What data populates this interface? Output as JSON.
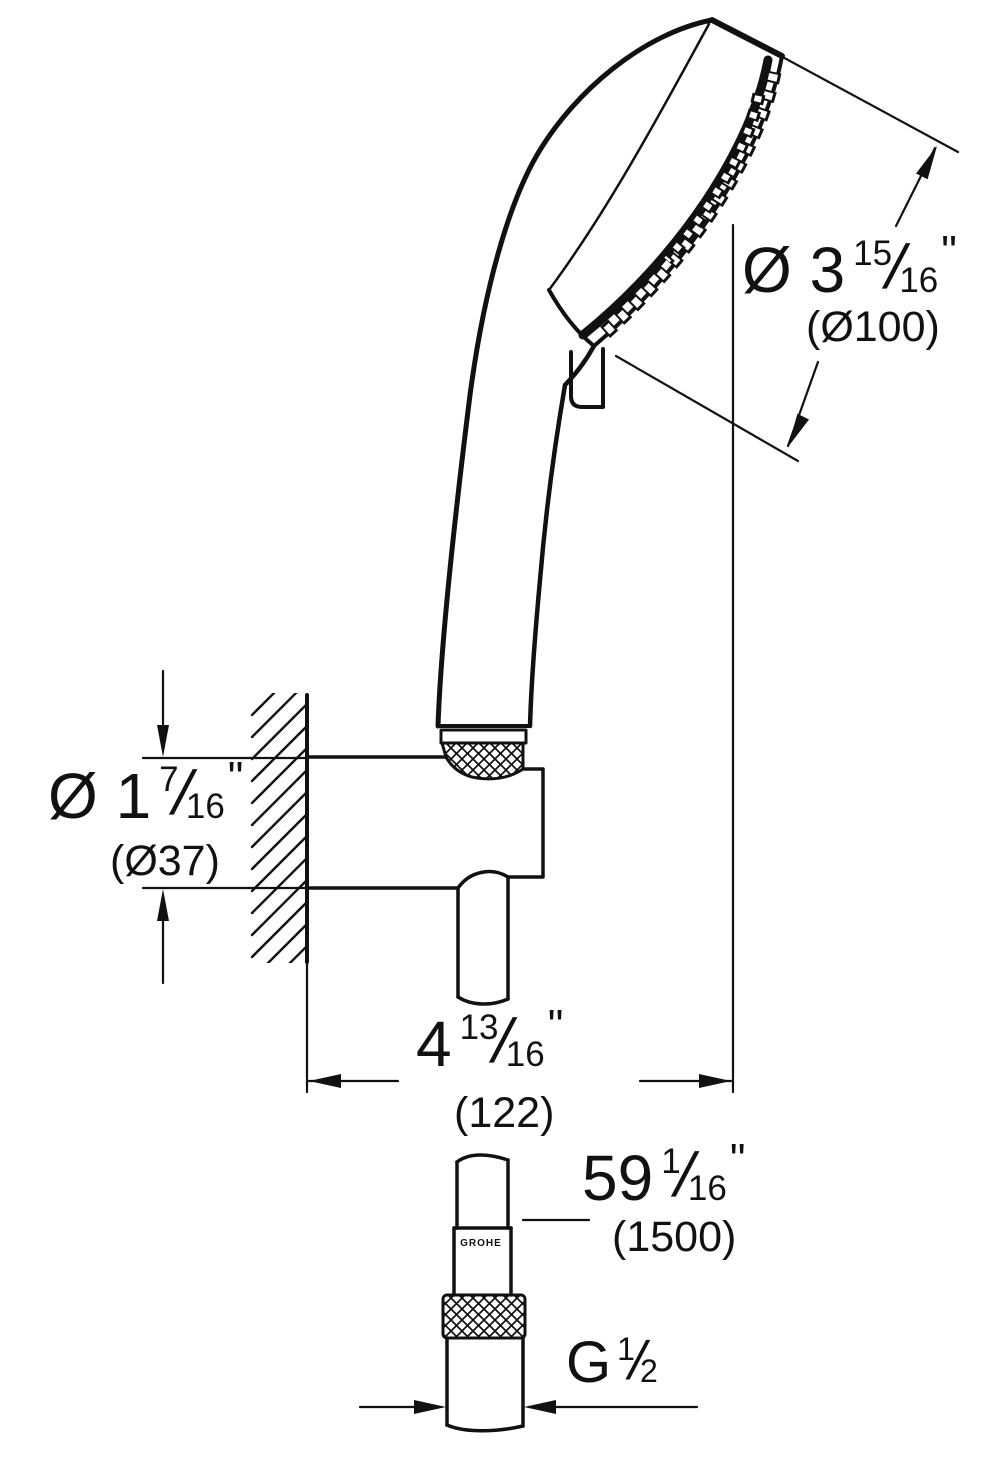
{
  "drawing_title": "Hand shower with wall holder and hose - dimension drawing",
  "colors": {
    "line": "#111111",
    "background": "#ffffff"
  },
  "logo": "GROHE",
  "labels": {
    "head_diameter": {
      "value": "Ø 3",
      "numerator": "15",
      "slash": "/",
      "denominator": "16",
      "unit": "\"",
      "metric": "(Ø100)"
    },
    "holder_diameter": {
      "value": "Ø 1",
      "numerator": "7",
      "slash": "/",
      "denominator": "16",
      "unit": "\"",
      "metric": "(Ø37)"
    },
    "wall_to_head": {
      "value": "4",
      "numerator": "13",
      "slash": "/",
      "denominator": "16",
      "unit": "\"",
      "metric": "(122)"
    },
    "hose_length": {
      "value": "59",
      "numerator": "1",
      "slash": "/",
      "denominator": "16",
      "unit": "\"",
      "metric": "(1500)"
    },
    "thread_size": {
      "value": "G",
      "numerator": "1",
      "slash": "/",
      "denominator": "2",
      "unit": "",
      "metric": ""
    }
  }
}
